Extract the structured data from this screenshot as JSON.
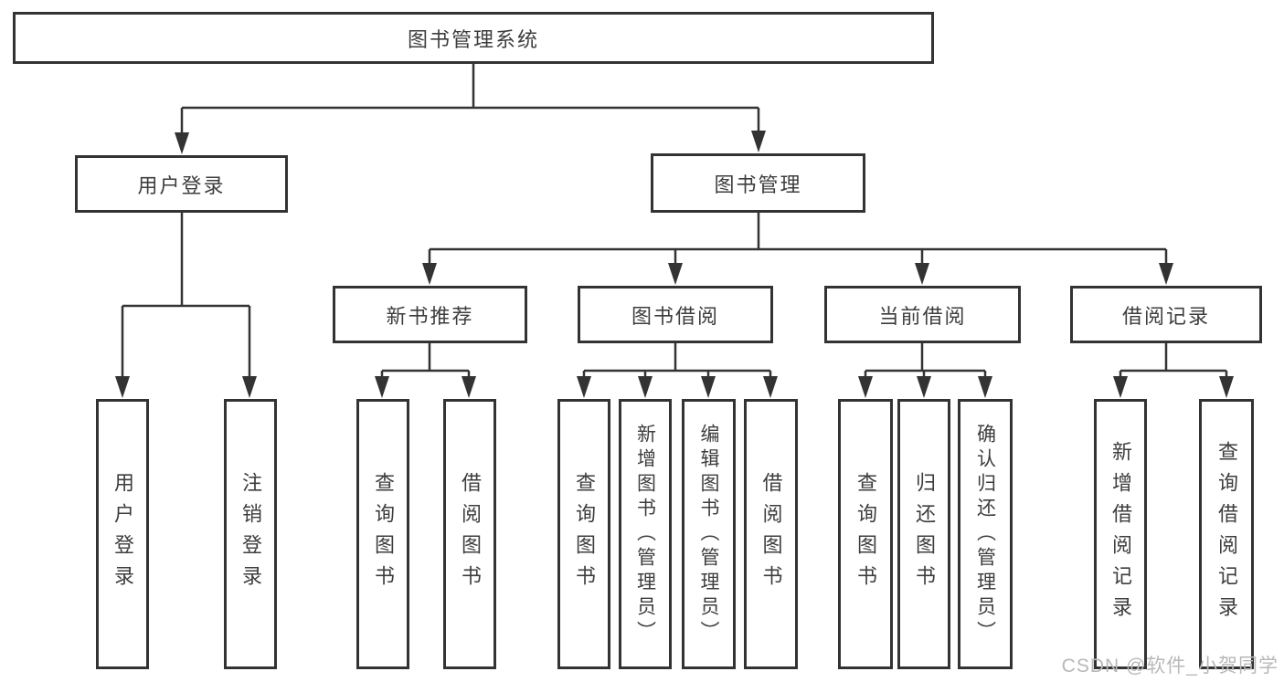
{
  "tree": {
    "root": "图书管理系统",
    "user_login": {
      "label": "用户登录",
      "leaves": [
        "用户登录",
        "注销登录"
      ]
    },
    "book_management": {
      "label": "图书管理",
      "sections": [
        {
          "label": "新书推荐",
          "leaves": [
            "查询图书",
            "借阅图书"
          ]
        },
        {
          "label": "图书借阅",
          "leaves": [
            "查询图书",
            "新增图书（管理员）",
            "编辑图书（管理员）",
            "借阅图书"
          ]
        },
        {
          "label": "当前借阅",
          "leaves": [
            "查询图书",
            "归还图书",
            "确认归还（管理员）"
          ]
        },
        {
          "label": "借阅记录",
          "leaves": [
            "新增借阅记录",
            "查询借阅记录"
          ]
        }
      ]
    }
  },
  "watermark": "CSDN @软件_小贺同学",
  "colors": {
    "line": "#333333",
    "box_border": "#333333",
    "text": "#3d3d3d",
    "watermark": "#b8b8b8",
    "background": "#ffffff"
  }
}
